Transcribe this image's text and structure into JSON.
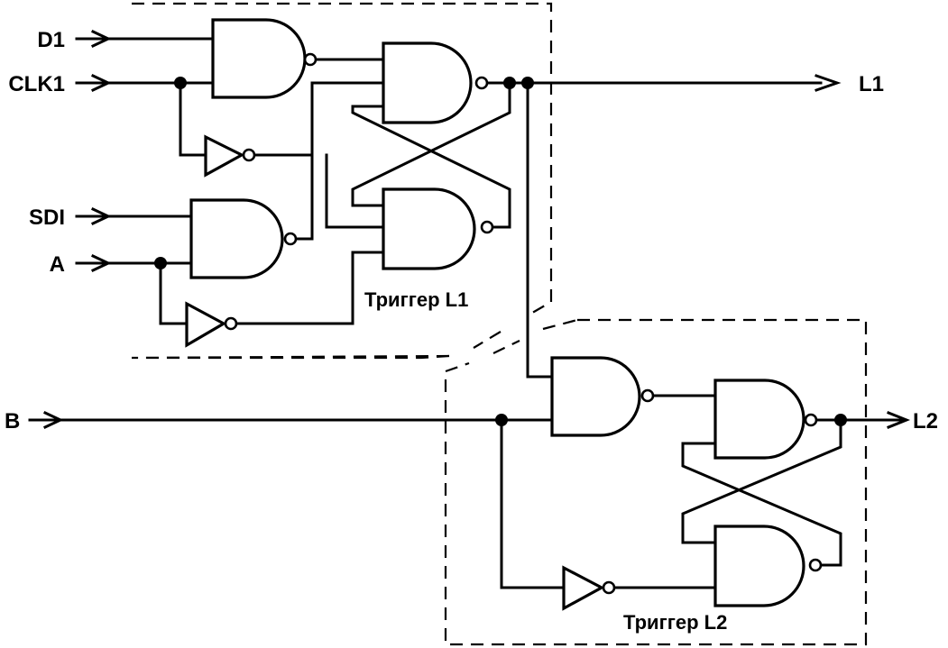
{
  "inputs": {
    "d1": "D1",
    "clk1": "CLK1",
    "sdi": "SDI",
    "a": "A",
    "b": "B"
  },
  "outputs": {
    "l1": "L1",
    "l2": "L2"
  },
  "blocks": {
    "trigger_l1": "Триггер L1",
    "trigger_l2": "Триггер L2"
  }
}
